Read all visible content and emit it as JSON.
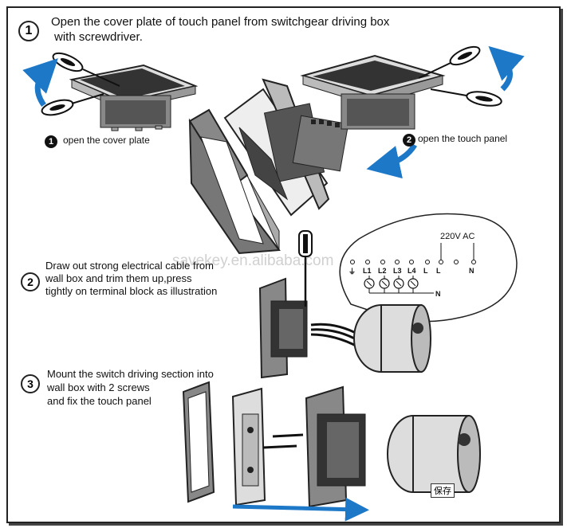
{
  "steps": [
    {
      "number": "1",
      "text_lines": [
        "Open the cover plate of touch panel from switchgear driving box",
        "with screwdriver."
      ]
    },
    {
      "number": "2",
      "text_lines": [
        "Draw out strong electrical cable from",
        "wall box and trim them up,press",
        "tightly on terminal block as illustration"
      ]
    },
    {
      "number": "3",
      "text_lines": [
        "Mount the switch driving section into",
        "wall box with 2 screws",
        "and fix the touch panel"
      ]
    }
  ],
  "substeps": [
    {
      "number": "1",
      "label": "open the cover plate"
    },
    {
      "number": "2",
      "label": "open the touch panel"
    }
  ],
  "wiring": {
    "supply_label": "220V AC",
    "terminal_labels": [
      "L1",
      "L2",
      "L3",
      "L4",
      "L",
      "L",
      "N"
    ],
    "ground_symbol": "⏚",
    "neutral_label": "N"
  },
  "watermark": "savekey.en.alibaba.com",
  "corner_badge": "保存",
  "colors": {
    "arrow_blue": "#1e78c8",
    "ink": "#111111"
  }
}
